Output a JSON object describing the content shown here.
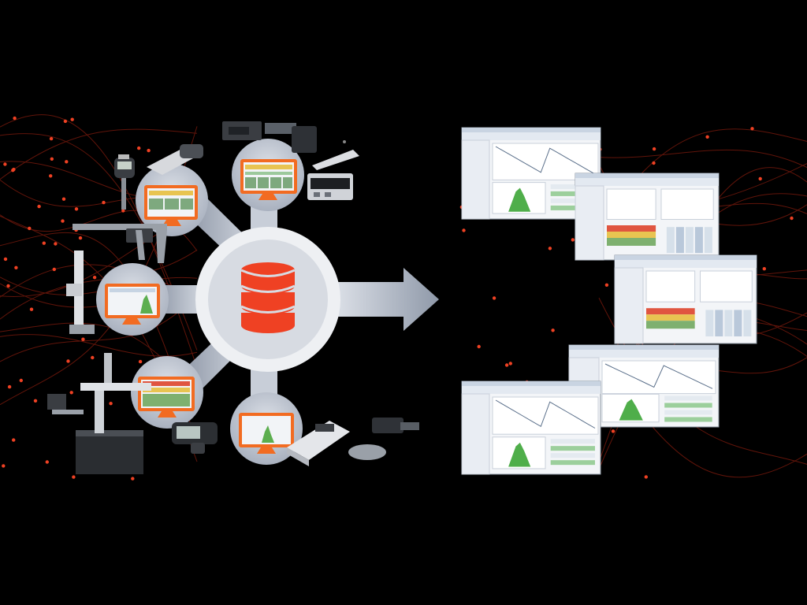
{
  "diagram": {
    "hub": {
      "icon": "database-icon",
      "color": "#ef4123"
    },
    "arrow": {
      "icon": "arrow-right-icon",
      "color": "#9ea7b6"
    },
    "colors": {
      "background": "#000000",
      "accent": "#ef4123",
      "spoke": "#c6ccd6",
      "monitor": "#f26b21"
    },
    "data_sources": [
      {
        "id": "gauges-top-left",
        "icon": "digital-indicator-icon"
      },
      {
        "id": "laser-scan-top",
        "icon": "laser-micrometer-icon"
      },
      {
        "id": "height-gauge-left",
        "icon": "height-gauge-icon"
      },
      {
        "id": "cmm-bottom-left",
        "icon": "cmm-machine-icon"
      },
      {
        "id": "printer-bottom",
        "icon": "data-printer-icon"
      }
    ],
    "software_screens": [
      {
        "id": "screen-1",
        "icon": "spreadsheet-window-icon"
      },
      {
        "id": "screen-2",
        "icon": "spc-chart-window-icon"
      },
      {
        "id": "screen-3",
        "icon": "dashboard-window-icon"
      },
      {
        "id": "screen-4",
        "icon": "histogram-window-icon"
      },
      {
        "id": "screen-5",
        "icon": "trend-window-icon"
      }
    ]
  }
}
